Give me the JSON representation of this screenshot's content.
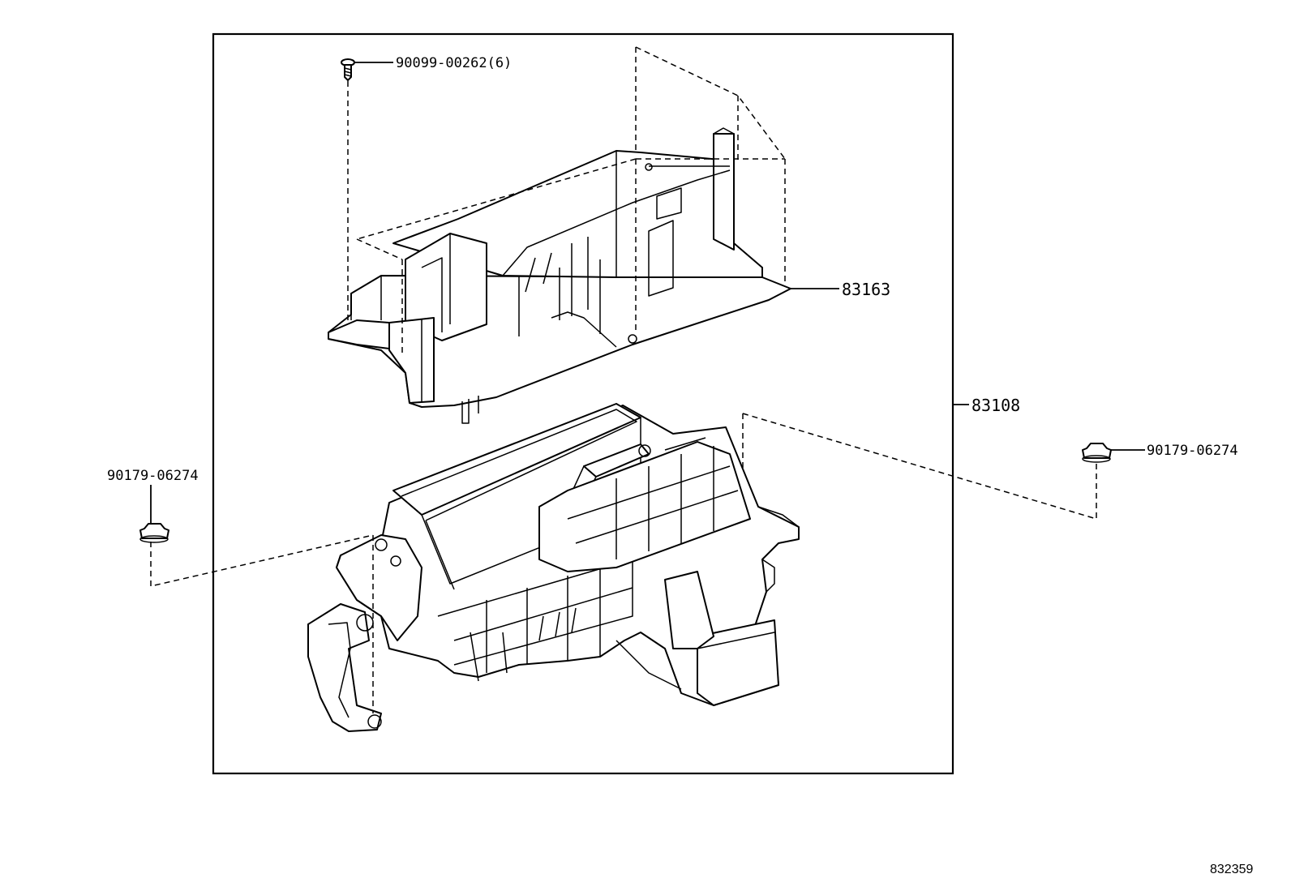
{
  "diagram": {
    "diagram_id": "832359",
    "callouts": {
      "screw": "90099-00262(6)",
      "upper_case": "83163",
      "assembly": "83108",
      "clip_right": "90179-06274",
      "clip_left": "90179-06274"
    }
  }
}
